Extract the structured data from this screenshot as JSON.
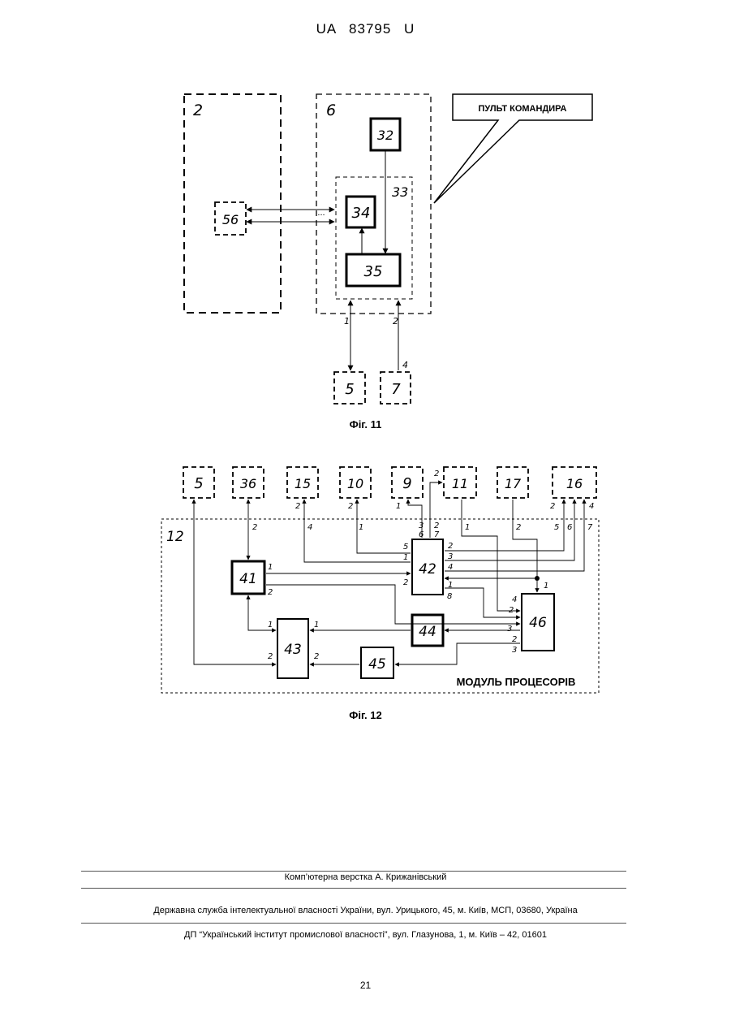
{
  "header": {
    "patent_number": "UA   83795   U"
  },
  "fig11": {
    "caption": "Фіг. 11",
    "blocks": {
      "b2": "2",
      "b6": "6",
      "b32": "32",
      "b33": "33",
      "b34": "34",
      "b35": "35",
      "b56": "56",
      "b5": "5",
      "b7": "7"
    },
    "callout": "ПУЛЬТ КОМАНДИРА",
    "ellipsis": "...",
    "links": {
      "l1": "1",
      "l2": "2",
      "l4": "4"
    }
  },
  "fig12": {
    "caption": "Фіг. 12",
    "module_number": "12",
    "module_label": "МОДУЛЬ ПРОЦЕСОРІВ",
    "top_blocks": [
      "5",
      "36",
      "15",
      "10",
      "9",
      "11",
      "17",
      "16"
    ],
    "blocks": {
      "b41": "41",
      "b42": "42",
      "b43": "43",
      "b44": "44",
      "b45": "45",
      "b46": "46"
    },
    "ports": {
      "p36_2": "2",
      "p15_2": "2",
      "p10_2": "2",
      "p9_1": "1",
      "p11_2": "2",
      "p16_2": "2",
      "p16_4": "4",
      "p42_3": "3",
      "p42_6": "6",
      "p42_2t": "2",
      "p42_7t": "7",
      "l15_4": "4",
      "l10_1": "1",
      "l11_1": "1",
      "l17_2": "2",
      "l16_5": "5",
      "l16_6": "6",
      "l16_7": "7",
      "i42_5": "5",
      "i42_1": "1",
      "i42_2": "2",
      "o42_2": "2",
      "o42_3": "3",
      "o42_4": "4",
      "o42_1": "1",
      "o42_8": "8",
      "o41_1": "1",
      "o41_2": "2",
      "i43_1": "1",
      "i43_2": "2",
      "o43_1": "1",
      "o43_2": "2",
      "i46_1": "1",
      "i46_4": "4",
      "i46_2": "2",
      "i46_3": "3",
      "o46_2": "2",
      "o46_3": "3"
    }
  },
  "footer": {
    "layout_credit": "Комп’ютерна верстка А. Крижанівський",
    "publisher": "Державна служба інтелектуальної власності України, вул. Урицького, 45, м. Київ, МСП, 03680, Україна",
    "printer": "ДП “Український інститут промислової власності”, вул. Глазунова, 1, м. Київ – 42, 01601"
  },
  "page_number": "21"
}
